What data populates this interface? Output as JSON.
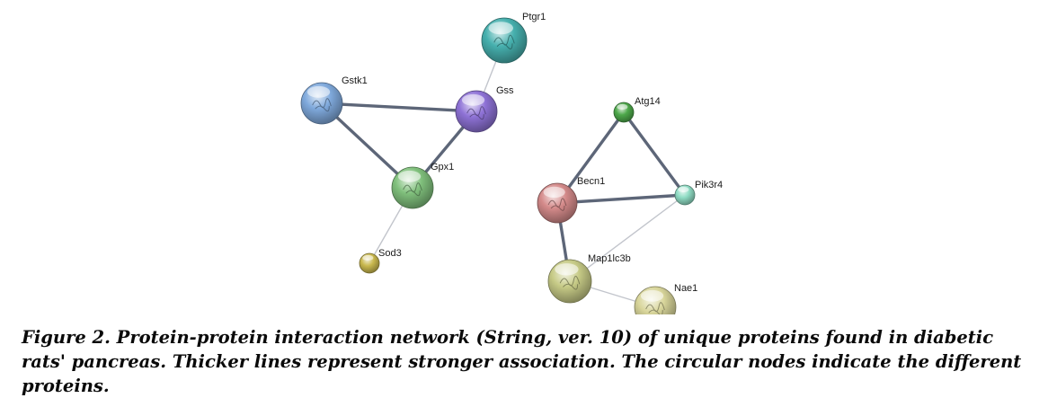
{
  "caption": "Figure 2. Protein-protein interaction network (String, ver. 10) of unique proteins found in diabetic rats' pancreas. Thicker lines represent stronger association. The circular nodes indicate the different proteins.",
  "nodes": [
    {
      "id": "Ptgr1",
      "label": "Ptgr1",
      "color": "#46b0ae",
      "has_structure": true
    },
    {
      "id": "Gstk1",
      "label": "Gstk1",
      "color": "#7fa9dc",
      "has_structure": true
    },
    {
      "id": "Gss",
      "label": "Gss",
      "color": "#8e72d6",
      "has_structure": true
    },
    {
      "id": "Gpx1",
      "label": "Gpx1",
      "color": "#80c07c",
      "has_structure": true
    },
    {
      "id": "Sod3",
      "label": "Sod3",
      "color": "#c9b84e",
      "has_structure": false
    },
    {
      "id": "Atg14",
      "label": "Atg14",
      "color": "#4da84a",
      "has_structure": false
    },
    {
      "id": "Becn1",
      "label": "Becn1",
      "color": "#d48a8a",
      "has_structure": true
    },
    {
      "id": "Pik3r4",
      "label": "Pik3r4",
      "color": "#8fdcc4",
      "has_structure": false
    },
    {
      "id": "Map1lc3b",
      "label": "Map1lc3b",
      "color": "#c6ca86",
      "has_structure": true
    },
    {
      "id": "Nae1",
      "label": "Nae1",
      "color": "#d8d59a",
      "has_structure": true
    }
  ],
  "edges": [
    {
      "source": "Gss",
      "target": "Ptgr1",
      "strength": "weak"
    },
    {
      "source": "Gstk1",
      "target": "Gss",
      "strength": "strong"
    },
    {
      "source": "Gstk1",
      "target": "Gpx1",
      "strength": "strong"
    },
    {
      "source": "Gss",
      "target": "Gpx1",
      "strength": "strong"
    },
    {
      "source": "Gpx1",
      "target": "Sod3",
      "strength": "weak"
    },
    {
      "source": "Atg14",
      "target": "Becn1",
      "strength": "strong"
    },
    {
      "source": "Atg14",
      "target": "Pik3r4",
      "strength": "strong"
    },
    {
      "source": "Becn1",
      "target": "Pik3r4",
      "strength": "strong"
    },
    {
      "source": "Becn1",
      "target": "Map1lc3b",
      "strength": "strong"
    },
    {
      "source": "Pik3r4",
      "target": "Map1lc3b",
      "strength": "weak"
    },
    {
      "source": "Map1lc3b",
      "target": "Nae1",
      "strength": "weak"
    }
  ]
}
